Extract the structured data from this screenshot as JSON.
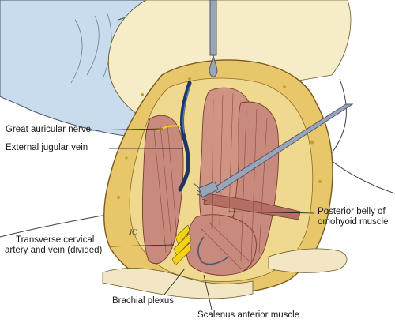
{
  "figure": {
    "labels": {
      "great_auricular_nerve": "Great auricular nerve",
      "external_jugular_vein": "External jugular vein",
      "transverse_cervical_line1": "Transverse cervical",
      "transverse_cervical_line2": "artery and vein (divided)",
      "posterior_belly_line1": "Posterior belly of",
      "posterior_belly_line2": "omohyoid muscle",
      "brachial_plexus": "Brachial plexus",
      "scalenus_anterior": "Scalenus anterior muscle"
    },
    "artist_initials": "JC",
    "colors": {
      "muscle": "#c98a7e",
      "muscle_dark": "#a9594e",
      "fat": "#e8c76a",
      "fat_dark": "#c79a36",
      "skin": "#f3e6c4",
      "vein": "#1e3566",
      "nerve": "#f2d21a",
      "retractor": "#9aa6b8",
      "head_shade": "#c9dcee"
    }
  }
}
